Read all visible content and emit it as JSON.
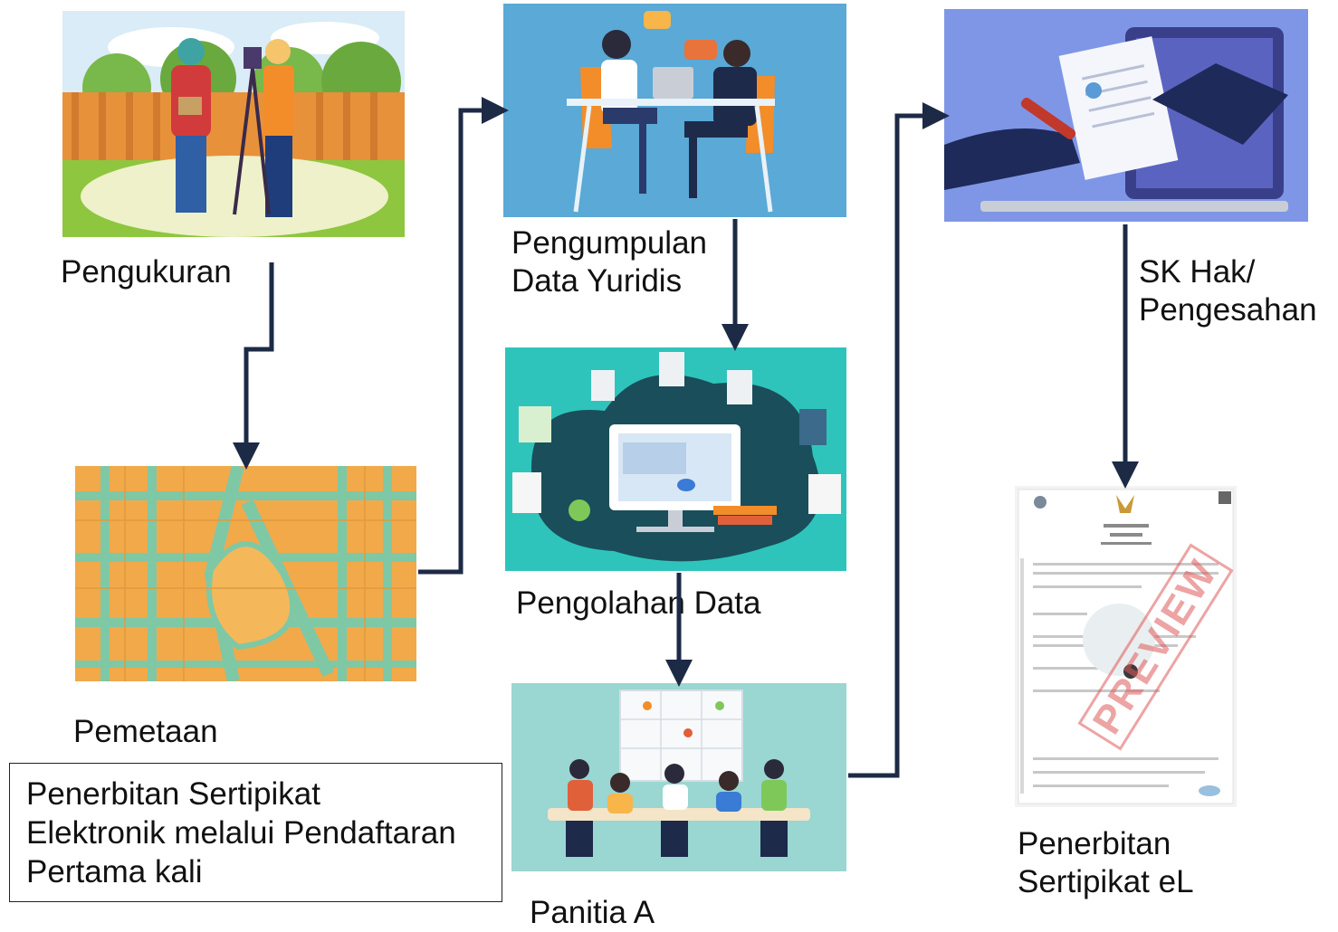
{
  "steps": {
    "pengukuran": {
      "label": "Pengukuran"
    },
    "pemetaan": {
      "label": "Pemetaan"
    },
    "pengumpulan": {
      "line1": "Pengumpulan",
      "line2": "Data Yuridis"
    },
    "pengolahan": {
      "label": "Pengolahan Data"
    },
    "panitia": {
      "label": "Panitia A"
    },
    "sk": {
      "line1": "SK Hak/",
      "line2": "Pengesahan"
    },
    "penerbitan": {
      "line1": "Penerbitan",
      "line2": "Sertipikat eL"
    }
  },
  "note": {
    "line1": "Penerbitan Sertipikat",
    "line2": "Elektronik melalui Pendaftaran",
    "line3": "Pertama kali"
  },
  "certificate": {
    "stamp_text": "PREVIEW"
  },
  "colors": {
    "connector": "#1d2a45",
    "map_orange": "#f2a94a",
    "map_street": "#7ec8a6",
    "meeting_bg": "#5aa9d6",
    "data_bg": "#2fc4bb",
    "panitia_bg": "#9ad6d2",
    "laptop_bg": "#7f96e6",
    "stamp": "#e05a5a"
  },
  "icons": {
    "pengukuran": "surveyor-illustration",
    "pemetaan": "cadastral-map-illustration",
    "pengumpulan": "meeting-illustration",
    "pengolahan": "data-processing-illustration",
    "panitia": "committee-meeting-illustration",
    "sk": "document-signing-illustration",
    "penerbitan": "certificate-document"
  }
}
